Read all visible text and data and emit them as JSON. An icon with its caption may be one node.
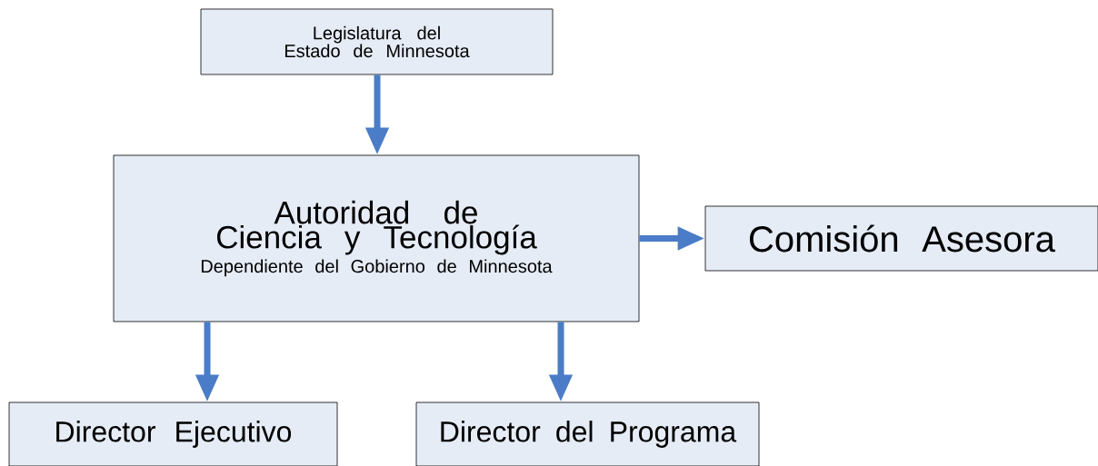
{
  "diagram": {
    "nodes": [
      {
        "text": [
          "Legislatura del Estado de Minnesota"
        ]
      },
      {
        "text": [
          "Autoridad de Ciencia y Tecnología",
          "Dependiente del Gobierno de Minnesota"
        ]
      },
      {
        "text": [
          "Comisión Asesora"
        ]
      },
      {
        "text": [
          "Director Ejecutivo"
        ]
      },
      {
        "text": [
          "Director del Programa"
        ]
      }
    ],
    "edges": [
      {
        "from": 0,
        "to": 1,
        "arrow": "to"
      },
      {
        "from": 1,
        "to": 2,
        "arrow": "to"
      },
      {
        "from": 1,
        "to": 3,
        "arrow": "to"
      },
      {
        "from": 1,
        "to": 4,
        "arrow": "to"
      }
    ]
  }
}
